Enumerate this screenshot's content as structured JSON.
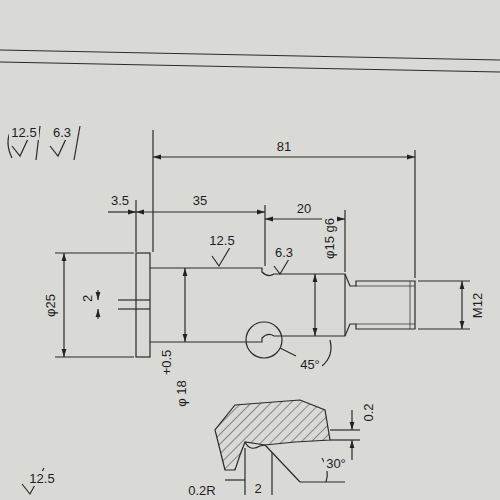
{
  "diagram": {
    "labels": [
      "12.5",
      "6.3",
      "81",
      "3.5",
      "35",
      "20",
      "12.5",
      "6.3",
      "φ15 g6",
      "φ25",
      "2",
      "M12",
      "+0.5",
      "φ 18",
      "45°",
      "0.2",
      "30°",
      "0.2R",
      "2",
      "12.5"
    ]
  }
}
